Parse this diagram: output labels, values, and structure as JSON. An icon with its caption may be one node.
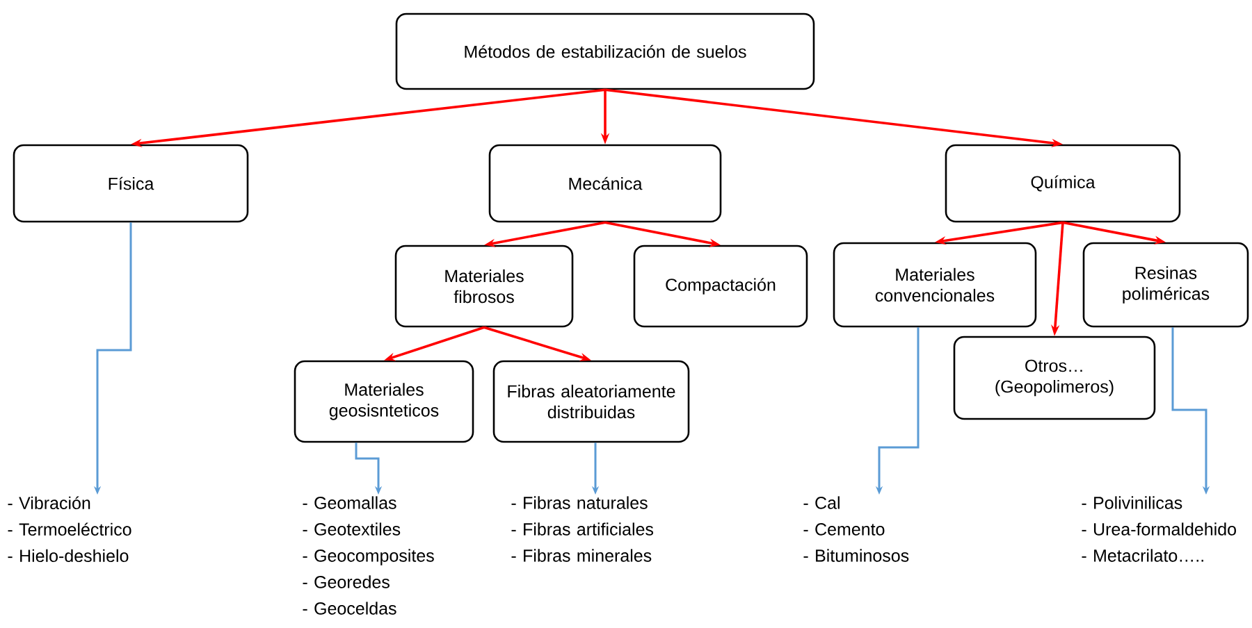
{
  "diagram": {
    "nodes": [
      {
        "text": [
          "Métodos de estabilización de suelos"
        ]
      },
      {
        "text": [
          "Física"
        ]
      },
      {
        "text": [
          "Mecánica"
        ]
      },
      {
        "text": [
          "Química"
        ]
      },
      {
        "text": [
          "Materiales fibrosos"
        ]
      },
      {
        "text": [
          "Compactación"
        ]
      },
      {
        "text": [
          "Materiales convencionales"
        ]
      },
      {
        "text": [
          "Otros… (Geopolimeros)"
        ]
      },
      {
        "text": [
          "Resinas poliméricas"
        ]
      },
      {
        "text": [
          "Materiales geosisnteticos"
        ]
      },
      {
        "text": [
          "Fibras aleatoriamente distribuidas"
        ]
      },
      {
        "text": [
          "- Vibración",
          "- Termoeléctrico",
          "- Hielo-deshielo"
        ]
      },
      {
        "text": [
          "-   Geomallas",
          "-   Geotextiles",
          "-   Geocomposites",
          "-   Georedes",
          "-   Geoceldas"
        ]
      },
      {
        "text": [
          "-   Fibras naturales",
          "-   Fibras artificiales",
          "-   Fibras minerales"
        ]
      },
      {
        "text": [
          "-   Cal",
          "-   Cemento",
          "-   Bituminosos"
        ]
      },
      {
        "text": [
          "-   Polivinilicas",
          "-   Urea-formaldehido",
          "-   Metacrilato….."
        ]
      }
    ],
    "edges": [
      {
        "from": 0,
        "to": 1,
        "arrow": "to"
      },
      {
        "from": 0,
        "to": 2,
        "arrow": "to"
      },
      {
        "from": 0,
        "to": 3,
        "arrow": "to"
      },
      {
        "from": 2,
        "to": 4,
        "arrow": "to"
      },
      {
        "from": 2,
        "to": 5,
        "arrow": "to"
      },
      {
        "from": 3,
        "to": 6,
        "arrow": "to"
      },
      {
        "from": 3,
        "to": 7,
        "arrow": "to"
      },
      {
        "from": 3,
        "to": 8,
        "arrow": "to"
      },
      {
        "from": 4,
        "to": 9,
        "arrow": "to"
      },
      {
        "from": 4,
        "to": 10,
        "arrow": "to"
      },
      {
        "from": 1,
        "to": 11,
        "arrow": "to",
        "color": "#5b9bd5"
      },
      {
        "from": 9,
        "to": 12,
        "arrow": "to",
        "color": "#5b9bd5"
      },
      {
        "from": 10,
        "to": 13,
        "arrow": "to",
        "color": "#5b9bd5"
      },
      {
        "from": 6,
        "to": 14,
        "arrow": "to",
        "color": "#5b9bd5"
      },
      {
        "from": 8,
        "to": 15,
        "arrow": "to",
        "color": "#5b9bd5"
      }
    ]
  }
}
